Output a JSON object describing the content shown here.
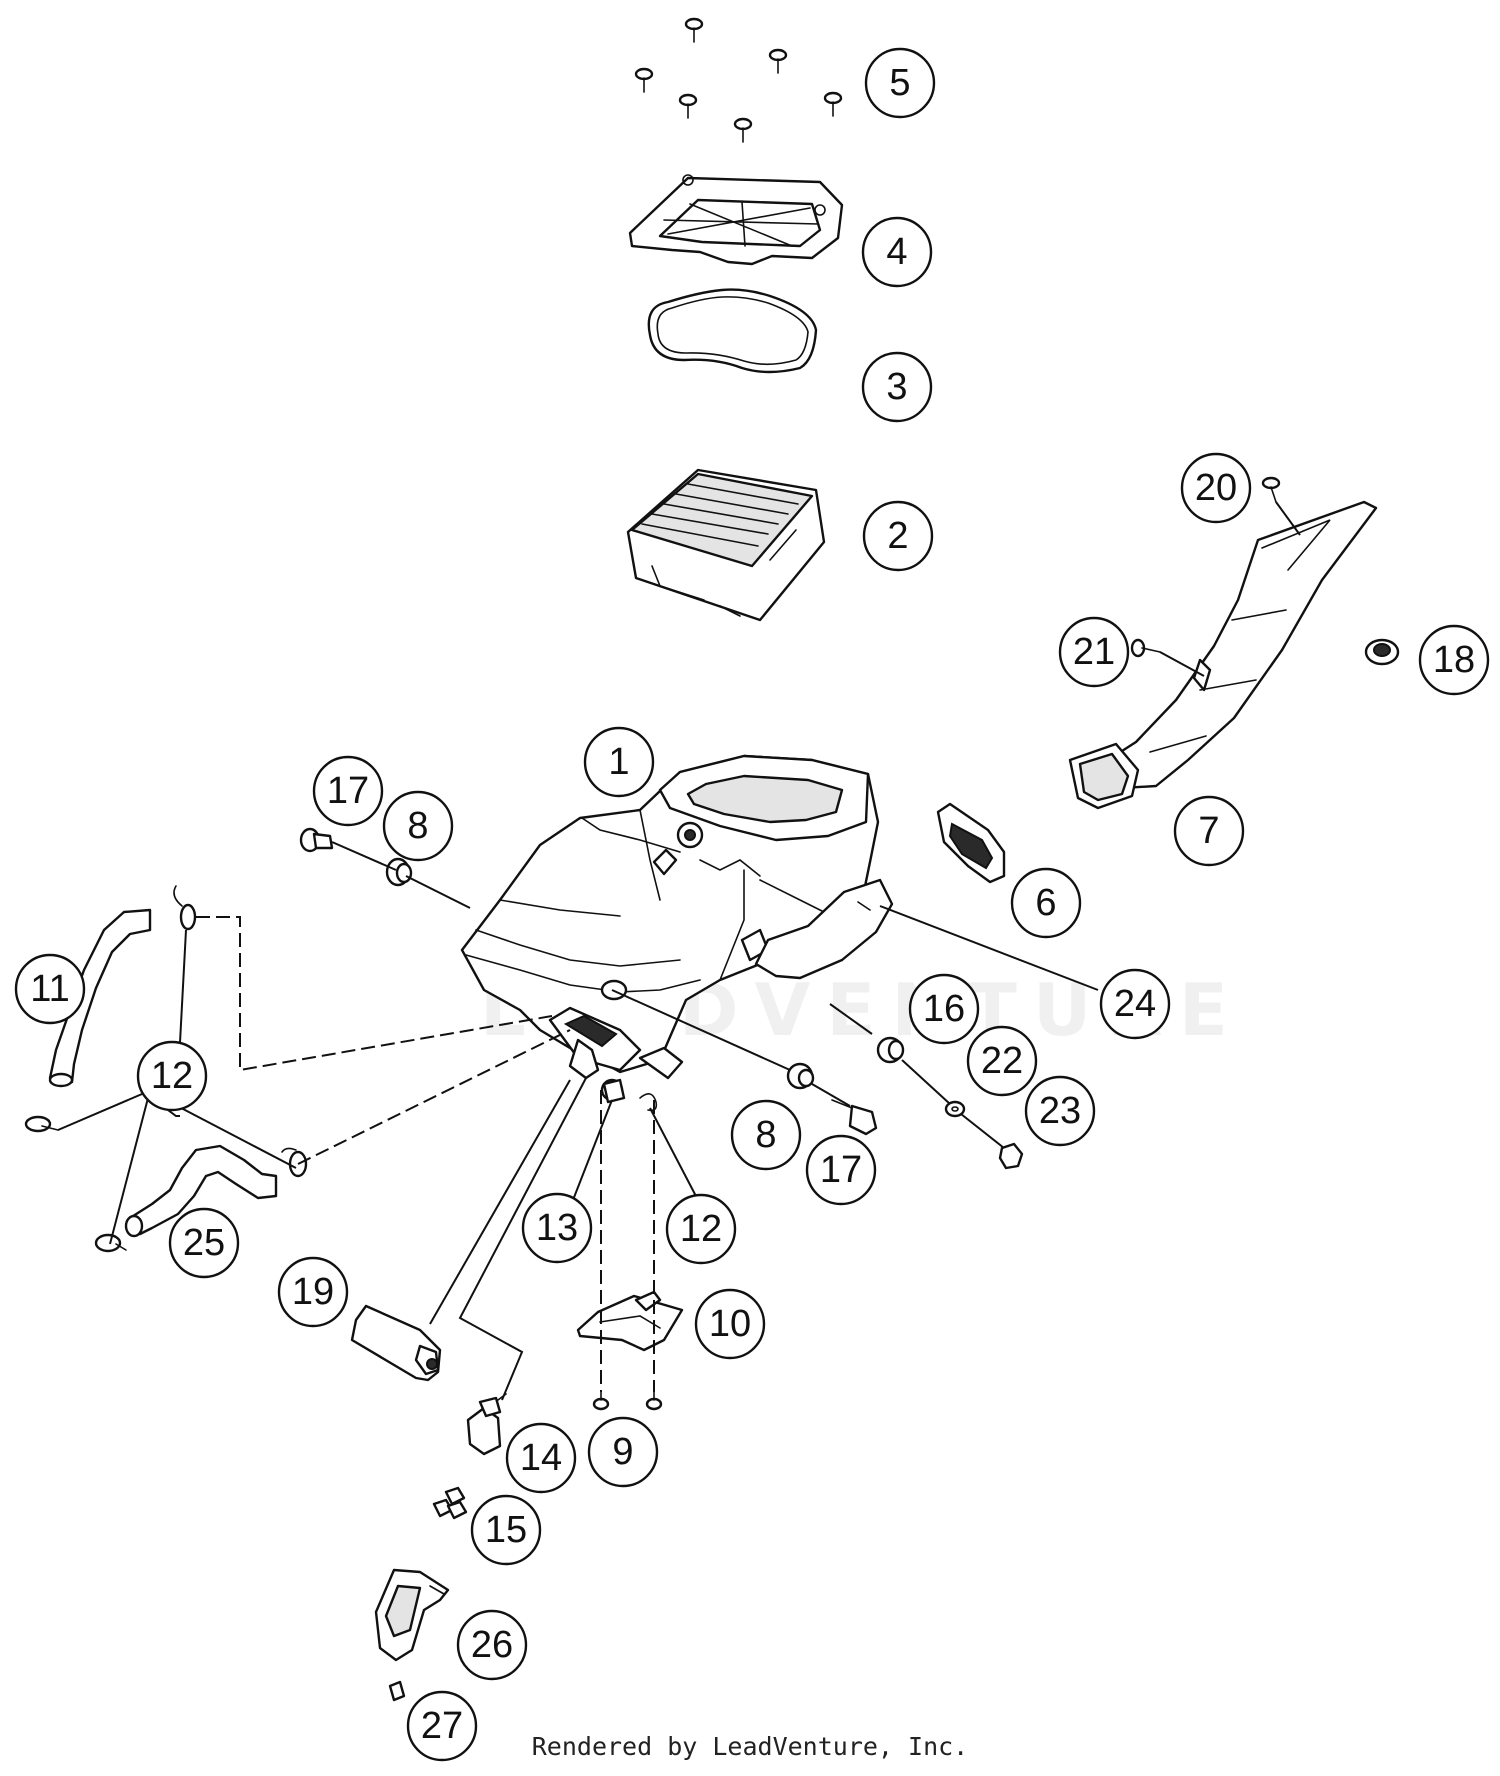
{
  "diagram": {
    "watermark": "LEADVENTURE",
    "callouts": [
      {
        "id": "c5",
        "label": "5"
      },
      {
        "id": "c4",
        "label": "4"
      },
      {
        "id": "c3",
        "label": "3"
      },
      {
        "id": "c2",
        "label": "2"
      },
      {
        "id": "c20",
        "label": "20"
      },
      {
        "id": "c21",
        "label": "21"
      },
      {
        "id": "c18",
        "label": "18"
      },
      {
        "id": "c1",
        "label": "1"
      },
      {
        "id": "c17a",
        "label": "17"
      },
      {
        "id": "c8a",
        "label": "8"
      },
      {
        "id": "c7",
        "label": "7"
      },
      {
        "id": "c6",
        "label": "6"
      },
      {
        "id": "c24",
        "label": "24"
      },
      {
        "id": "c11",
        "label": "11"
      },
      {
        "id": "c16",
        "label": "16"
      },
      {
        "id": "c22",
        "label": "22"
      },
      {
        "id": "c12a",
        "label": "12"
      },
      {
        "id": "c23",
        "label": "23"
      },
      {
        "id": "c8b",
        "label": "8"
      },
      {
        "id": "c17b",
        "label": "17"
      },
      {
        "id": "c25",
        "label": "25"
      },
      {
        "id": "c13",
        "label": "13"
      },
      {
        "id": "c12b",
        "label": "12"
      },
      {
        "id": "c19",
        "label": "19"
      },
      {
        "id": "c10",
        "label": "10"
      },
      {
        "id": "c14",
        "label": "14"
      },
      {
        "id": "c9",
        "label": "9"
      },
      {
        "id": "c15",
        "label": "15"
      },
      {
        "id": "c26",
        "label": "26"
      },
      {
        "id": "c27",
        "label": "27"
      }
    ]
  },
  "footer": {
    "credit": "Rendered by LeadVenture, Inc."
  }
}
